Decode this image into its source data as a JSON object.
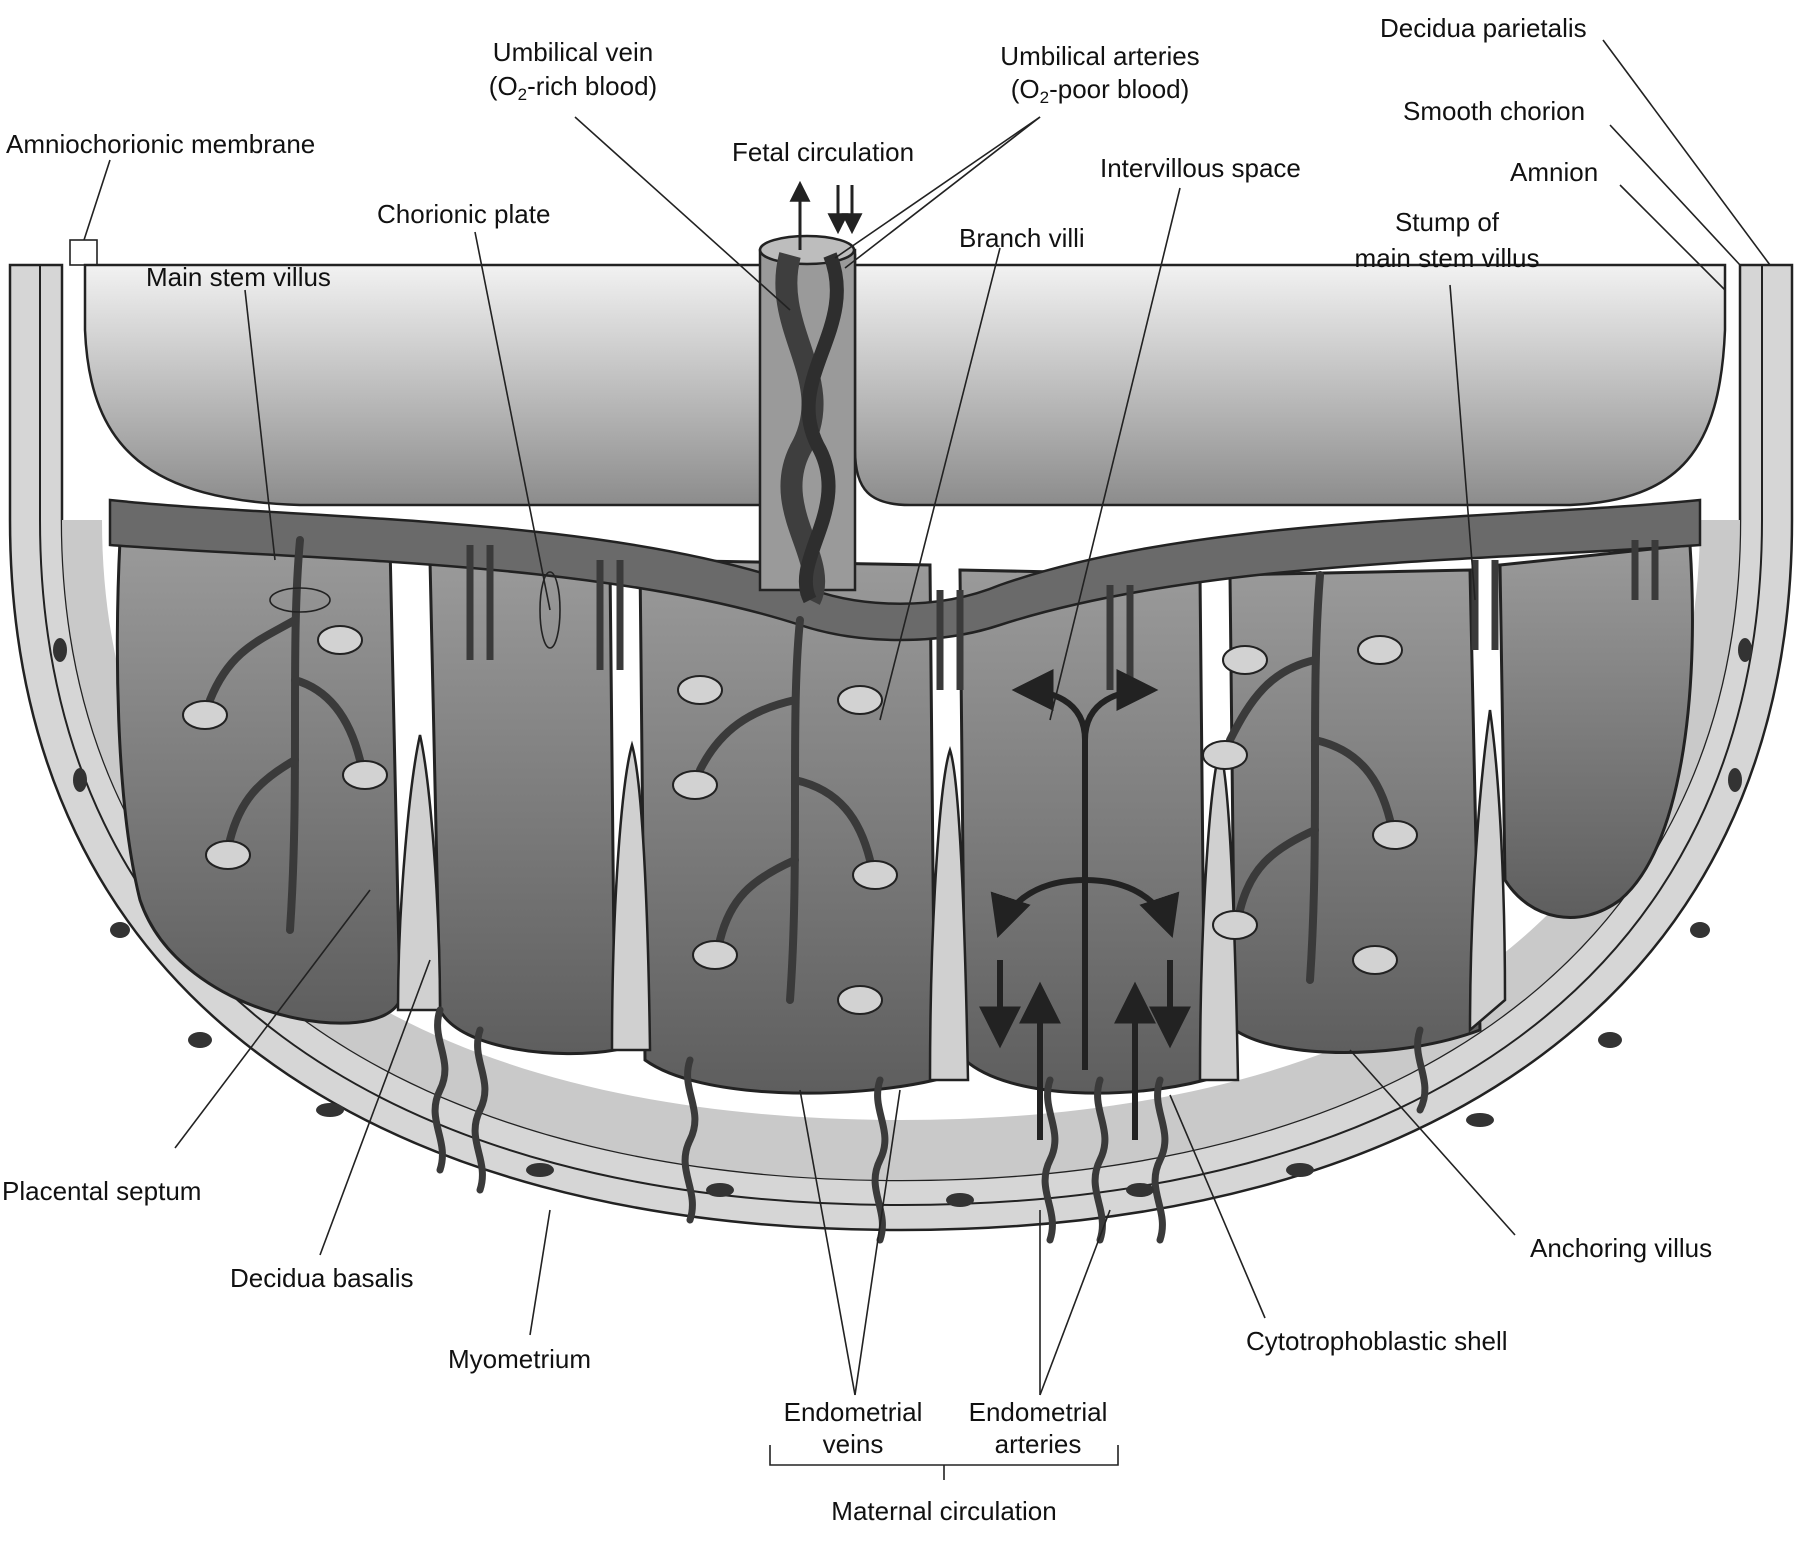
{
  "labels": {
    "decidua_parietalis": "Decidua parietalis",
    "umbilical_vein": "Umbilical vein",
    "umbilical_vein_note_pre": "(O",
    "umbilical_vein_note_sub": "2",
    "umbilical_vein_note_post": "-rich blood)",
    "umbilical_arteries": "Umbilical arteries",
    "umbilical_arteries_note_pre": "(O",
    "umbilical_arteries_note_sub": "2",
    "umbilical_arteries_note_post": "-poor blood)",
    "smooth_chorion": "Smooth chorion",
    "amniochorionic_membrane": "Amniochorionic membrane",
    "fetal_circulation": "Fetal circulation",
    "intervillous_space": "Intervillous space",
    "amnion": "Amnion",
    "chorionic_plate": "Chorionic plate",
    "branch_villi": "Branch villi",
    "stump_line1": "Stump of",
    "stump_line2": "main stem villus",
    "main_stem_villus": "Main stem villus",
    "placental_septum": "Placental septum",
    "anchoring_villus": "Anchoring villus",
    "decidua_basalis": "Decidua basalis",
    "cytotrophoblastic_shell": "Cytotrophoblastic shell",
    "myometrium": "Myometrium",
    "endometrial_veins_line1": "Endometrial",
    "endometrial_veins_line2": "veins",
    "endometrial_arteries_line1": "Endometrial",
    "endometrial_arteries_line2": "arteries",
    "maternal_circulation": "Maternal circulation"
  },
  "colors": {
    "background": "#ffffff",
    "uterine_wall": "#d9d9d9",
    "amniotic_cavity_top": "#f4f4f4",
    "amniotic_cavity_bottom": "#8a8a8a",
    "intervillous_blood": "#7d7d7d",
    "vessel": "#505050",
    "outline": "#222222",
    "leader_line": "#222222"
  }
}
